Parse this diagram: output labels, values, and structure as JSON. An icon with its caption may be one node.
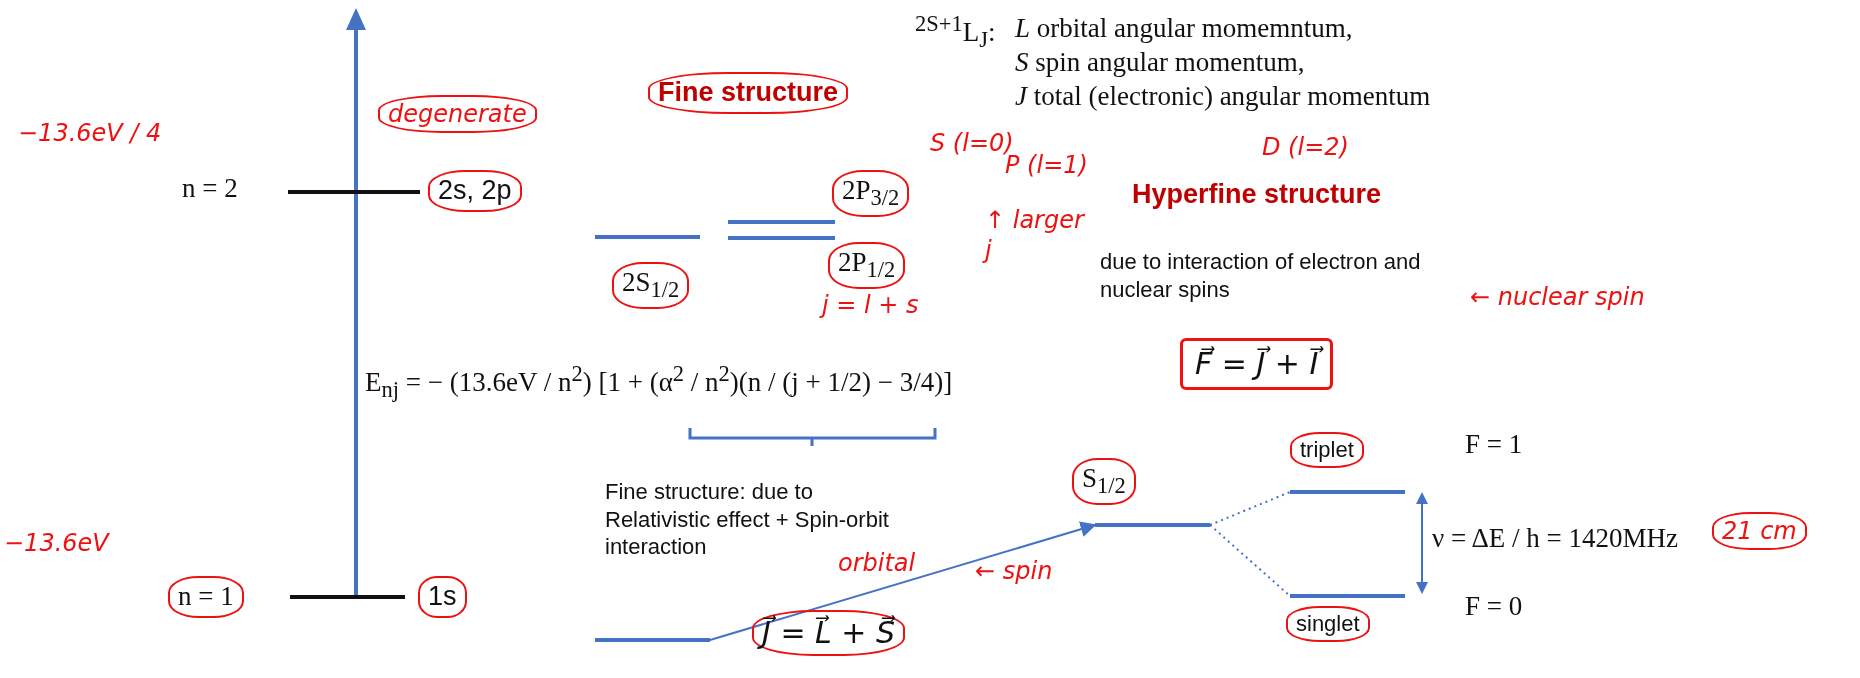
{
  "diagram": {
    "nodes": [
      {
        "text": [],
        "shape": "bar",
        "beside": [
          "n = 2",
          "2s, 2p"
        ]
      },
      {
        "text": [],
        "shape": "bar",
        "beside": [
          "n = 1",
          "1s"
        ]
      },
      {
        "text": [],
        "shape": "bar",
        "beside": [
          "2S$_{1/2}$"
        ]
      },
      {
        "text": [],
        "shape": "bar",
        "beside": [
          "2P$_{3/2}$"
        ]
      },
      {
        "text": [],
        "shape": "bar",
        "beside": [
          "2P$_{1/2}$"
        ]
      },
      {
        "text": [],
        "shape": "bar"
      },
      {
        "text": [],
        "shape": "bar",
        "beside": [
          "S$_{1/2}$"
        ]
      },
      {
        "text": [],
        "shape": "bar",
        "beside": [
          "triplet"
        ]
      },
      {
        "text": [],
        "shape": "bar",
        "beside": [
          "singlet"
        ]
      }
    ],
    "edges": [
      {
        "from": 5,
        "to": 6,
        "arrow": "to"
      },
      {
        "from": 6,
        "to": 7,
        "arrow": "none",
        "style": "dashed"
      },
      {
        "from": 6,
        "to": 8,
        "arrow": "none",
        "style": "dashed"
      }
    ],
    "labels": [
      "$^{2S+1}$L$_{J}$:",
      "*L* orbital angular momemntum,",
      "*S* spin angular momentum,",
      "*J* total (electronic) angular momentum",
      "Fine structure",
      "degenerate",
      "S (l=0)",
      "P (l=1)",
      "D (l=2)",
      "−13.6eV / 4",
      "Hyperfine structure",
      "↑ larger j",
      "j = l + s",
      "due to interaction of electron and nuclear spins",
      "← nuclear spin",
      "E$_{nj}$ = − (13.6eV / n$^{2}$) [1 + (α$^{2}$ / n$^{2}$)(n / (j + 1/2) − 3/4)]",
      "F⃗ = J⃗ + I⃗",
      "F = 1",
      "Fine structure: due to Relativistic effect + Spin-orbit interaction",
      "ν = ΔE / h = 1420MHz",
      "21 cm",
      "−13.6eV",
      "orbital",
      "← spin",
      "J⃗ = L⃗ + S⃗",
      "F = 0"
    ]
  }
}
